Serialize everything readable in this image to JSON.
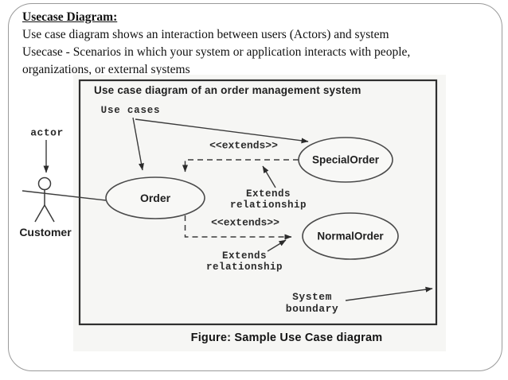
{
  "slide": {
    "title": "Usecase Diagram:",
    "description": [
      "Use case diagram shows an interaction between users (Actors) and system",
      "Usecase - Scenarios in which your system or application interacts with people,",
      "organizations, or external systems"
    ]
  },
  "diagram": {
    "box_title": "Use case diagram of an order management system",
    "use_cases_label": "Use cases",
    "actor_label": "actor",
    "actor_name": "Customer",
    "extends_stereotype": "<<extends>>",
    "extends_relationship": {
      "line1": "Extends",
      "line2": "relationship"
    },
    "system_boundary": {
      "line1": "System",
      "line2": "boundary"
    },
    "ellipses": {
      "order": "Order",
      "special_order": "SpecialOrder",
      "normal_order": "NormalOrder"
    },
    "caption": "Figure: Sample Use Case diagram",
    "colors": {
      "diagram_line": "#3b3b3b",
      "box_border": "#2f2f2f",
      "frame_border": "#9a9a9a",
      "image_background": "#f6f6f4"
    }
  }
}
